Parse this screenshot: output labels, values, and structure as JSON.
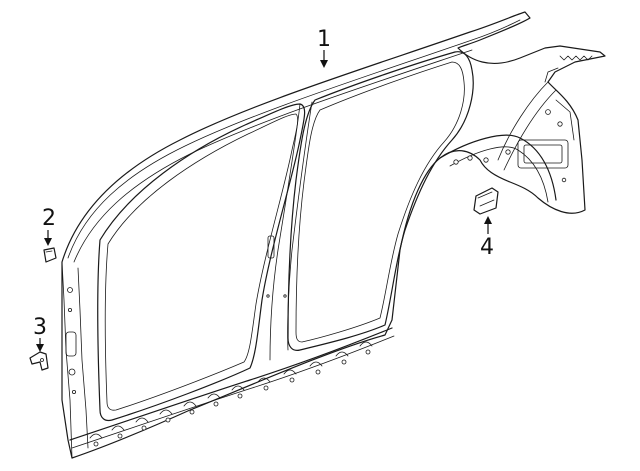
{
  "diagram": {
    "callouts": [
      {
        "id": 1,
        "label": "1"
      },
      {
        "id": 2,
        "label": "2"
      },
      {
        "id": 3,
        "label": "3"
      },
      {
        "id": 4,
        "label": "4"
      }
    ]
  },
  "colors": {
    "line": "#1a1a1a",
    "background": "#ffffff"
  }
}
